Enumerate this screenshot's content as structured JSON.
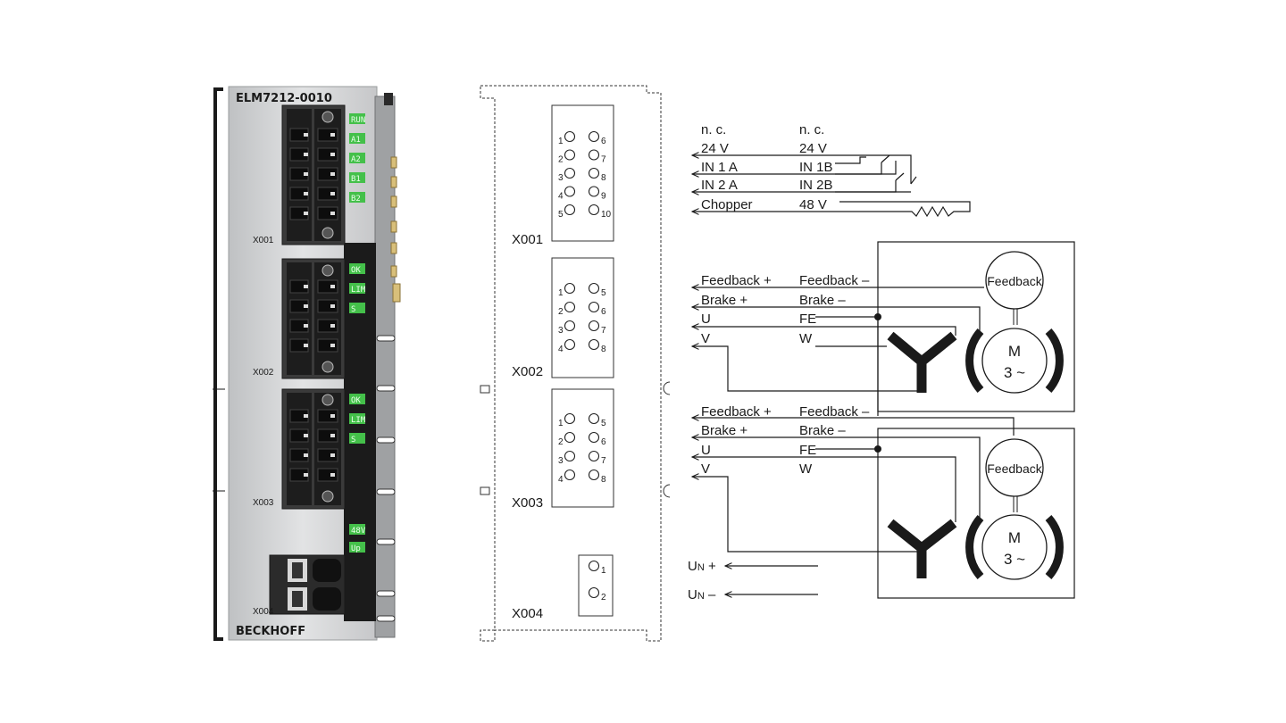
{
  "terminal": {
    "model": "ELM7212-0010",
    "brand": "BECKHOFF",
    "connectors": [
      "X001",
      "X002",
      "X003",
      "X004"
    ],
    "leds_x001": [
      "RUN",
      "A1",
      "A2",
      "B1",
      "B2"
    ],
    "leds_x002": [
      "OK",
      "LIM",
      "S"
    ],
    "leds_x003": [
      "OK",
      "LIM",
      "S"
    ],
    "leds_x004": [
      "48V",
      "Up"
    ],
    "led_color": "#44c04a"
  },
  "pinout": {
    "x001_label": "X001",
    "x002_label": "X002",
    "x003_label": "X003",
    "x004_label": "X004",
    "x001_left": [
      "1",
      "2",
      "3",
      "4",
      "5"
    ],
    "x001_right": [
      "6",
      "7",
      "8",
      "9",
      "10"
    ],
    "x002_left": [
      "1",
      "2",
      "3",
      "4"
    ],
    "x002_right": [
      "5",
      "6",
      "7",
      "8"
    ],
    "x003_left": [
      "1",
      "2",
      "3",
      "4"
    ],
    "x003_right": [
      "5",
      "6",
      "7",
      "8"
    ],
    "x004_pins": [
      "1",
      "2"
    ]
  },
  "signals": {
    "x001_left": [
      "n. c.",
      "24 V",
      "IN 1 A",
      "IN 2 A",
      "Chopper"
    ],
    "x001_right": [
      "n. c.",
      "24 V",
      "IN 1B",
      "IN 2B",
      "48 V"
    ],
    "x002_left": [
      "Feedback +",
      "Brake +",
      "U",
      "V"
    ],
    "x002_right": [
      "Feedback –",
      "Brake –",
      "FE",
      "W"
    ],
    "x003_left": [
      "Feedback +",
      "Brake +",
      "U",
      "V"
    ],
    "x003_right": [
      "Feedback –",
      "Brake –",
      "FE",
      "W"
    ],
    "un_plus": "+",
    "un_minus": "–",
    "un_sub": "N"
  },
  "motors": [
    {
      "feedback": "Feedback",
      "m": "M",
      "phase": "3 ~"
    },
    {
      "feedback": "Feedback",
      "m": "M",
      "phase": "3 ~"
    }
  ]
}
